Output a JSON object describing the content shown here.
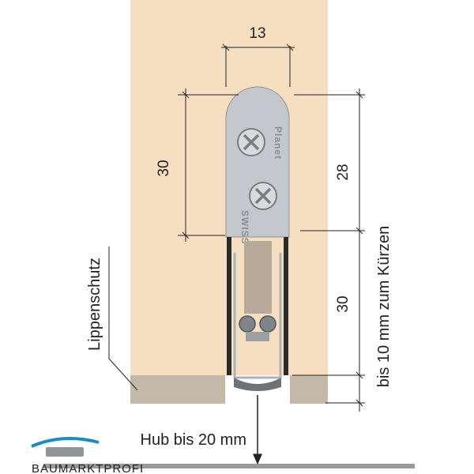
{
  "dimensions": {
    "width_top": "13",
    "height_left": "30",
    "height_right_upper": "28",
    "height_right_lower": "30"
  },
  "labels": {
    "lip_protection": "Lippenschutz",
    "shortening": "bis 10 mm zum Kürzen",
    "stroke": "Hub bis 20 mm"
  },
  "product_stamp": {
    "line1": "SWISS",
    "line2": "Planet"
  },
  "brand": {
    "name": "BAUMARKTPROFI"
  },
  "colors": {
    "door_wood": "#f5dfc0",
    "door_bottom": "#c4b8a9",
    "mount_plate": "#c4c8cc",
    "floor": "#9a9a9a",
    "brand_blue": "#1a8bc8"
  }
}
